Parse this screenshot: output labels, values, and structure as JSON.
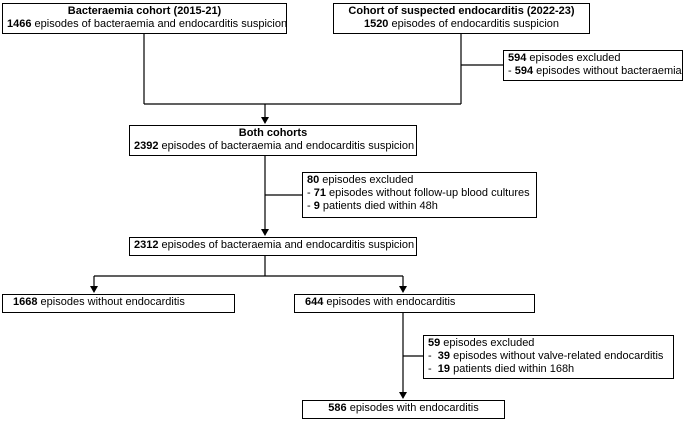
{
  "boxes": {
    "bacteraemia_cohort": {
      "title": "Bacteraemia cohort (2015-21)",
      "num": "1466",
      "text": " episodes of bacteraemia and endocarditis suspicion"
    },
    "suspected_cohort": {
      "title": "Cohort of suspected endocarditis (2022-23)",
      "num": "1520",
      "text": " episodes of endocarditis suspicion"
    },
    "excluded_1": {
      "line1_num": "594",
      "line1_text": " episodes excluded",
      "line2_prefix": "- ",
      "line2_num": "594",
      "line2_text": " episodes without bacteraemia"
    },
    "both_cohorts": {
      "title": "Both cohorts",
      "num": "2392",
      "text": " episodes of bacteraemia and endocarditis suspicion"
    },
    "excluded_2": {
      "line1_num": "80",
      "line1_text": " episodes excluded",
      "line2_prefix": "- ",
      "line2_num": "71",
      "line2_text": " episodes without follow-up blood cultures",
      "line3_prefix": "- ",
      "line3_num": "9",
      "line3_text": " patients died within 48h"
    },
    "after_exclusion": {
      "num": "2312",
      "text": " episodes of bacteraemia and endocarditis suspicion"
    },
    "without_endocarditis": {
      "num": "1668",
      "text": " episodes without endocarditis"
    },
    "with_endocarditis": {
      "num": "644",
      "text": " episodes with endocarditis"
    },
    "excluded_3": {
      "line1_num": "59",
      "line1_text": " episodes excluded",
      "line2_prefix": "-  ",
      "line2_num": "39",
      "line2_text": " episodes without valve-related endocarditis",
      "line3_prefix": "-  ",
      "line3_num": "19",
      "line3_text": " patients died within 168h"
    },
    "final": {
      "num": "586",
      "text": " episodes with endocarditis"
    }
  }
}
